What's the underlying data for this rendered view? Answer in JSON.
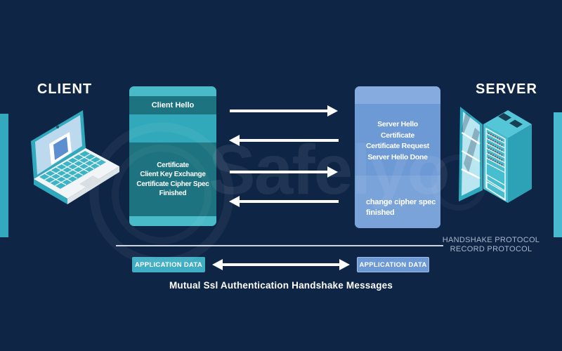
{
  "caption": "Mutual Ssl Authentication Handshake Messages",
  "client": {
    "label": "CLIENT",
    "flow_box": {
      "step_1": "Client Hello",
      "step_2_lines": [
        "Certificate",
        "Client Key Exchange",
        "Certificate Cipher Spec",
        "Finished"
      ]
    },
    "application_data_label": "APPLICATION DATA"
  },
  "server": {
    "label": "SERVER",
    "flow_box": {
      "step_1_lines": [
        "Server Hello",
        "Certificate",
        "Certificate Request",
        "Server Hello Done"
      ],
      "step_2_lines": [
        "change cipher spec",
        "finished"
      ]
    },
    "application_data_label": "APPLICATION DATA"
  },
  "protocol_labels": {
    "line_1": "HANDSHAKE PROTOCOL",
    "line_2": "RECORD PROTOCOL"
  },
  "watermark": {
    "text": "Safelyo"
  },
  "colors": {
    "background_navy": "#0f2546",
    "client_teal": "#31a9ba",
    "client_teal_dark": "#1d737f",
    "server_blue": "#6d99d5",
    "server_blue_light": "#85abdf",
    "accent_bar_teal": "#3fb3c8",
    "arrow_white": "#ffffff",
    "protocol_label_gray": "#a9b7cb"
  }
}
